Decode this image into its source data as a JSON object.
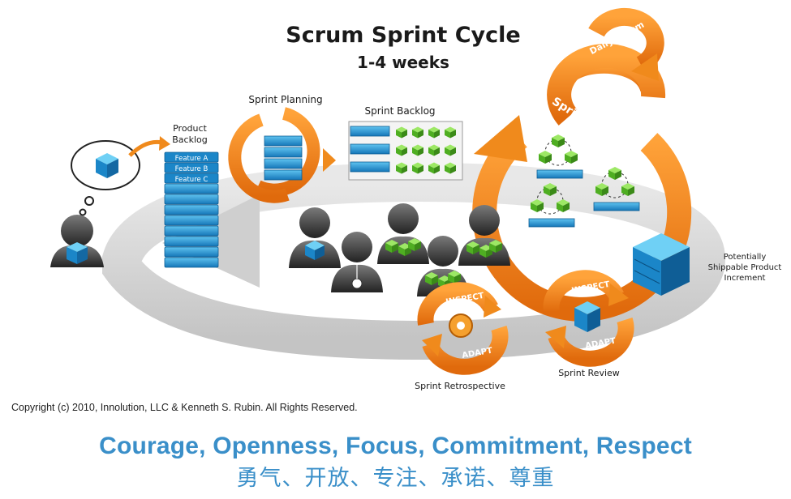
{
  "title": "Scrum Sprint Cycle",
  "subtitle": "1-4 weeks",
  "labels": {
    "product_backlog": [
      "Product",
      "Backlog"
    ],
    "sprint_planning": "Sprint Planning",
    "sprint_backlog": "Sprint Backlog",
    "daily_scrum": "Daily Scrum",
    "sprint_execution": "Sprint Execution",
    "increment": [
      "Potentially",
      "Shippable Product",
      "Increment"
    ],
    "sprint_review": "Sprint Review",
    "sprint_retrospective": "Sprint Retrospective",
    "inspect": "INSPECT",
    "adapt": "ADAPT"
  },
  "backlog_items": [
    "Feature A",
    "Feature B",
    "Feature C"
  ],
  "copyright": "Copyright (c) 2010, Innolution, LLC & Kenneth S. Rubin. All Rights Reserved.",
  "values_en": "Courage, Openness, Focus, Commitment, Respect",
  "values_zh": "勇气、开放、专注、承诺、尊重",
  "colors": {
    "orange": "#f08a1c",
    "blue": "#1d8fcf",
    "green": "#5cc02a",
    "gray": "#d2d2d2",
    "text_blue": "#3a8fc9"
  }
}
